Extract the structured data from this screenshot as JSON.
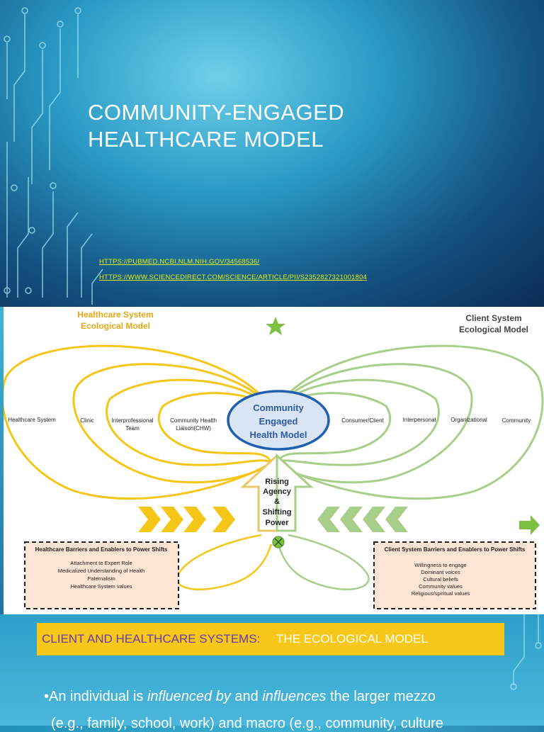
{
  "slide": {
    "title": "Community-Engaged Healthcare Model",
    "links": [
      "https://pubmed.ncbi.nlm.nih.gov/34568536/",
      "https://www.sciencedirect.com/science/article/pii/S2352827321001804"
    ]
  },
  "diagram": {
    "left_title_1": "Healthcare System",
    "left_title_2": "Ecological Model",
    "right_title_1": "Client System",
    "right_title_2": "Ecological Model",
    "left_levels": [
      "Healthcare System",
      "Clinic",
      "Interprofessional",
      "Team",
      "Community Health",
      "Liaison(CHW)"
    ],
    "right_levels": [
      "Consumer/Client",
      "Interpersonal",
      "Organizational",
      "Community"
    ],
    "center": [
      "Community",
      "Engaged",
      "Health Model"
    ],
    "arrow_text": [
      "Rising",
      "Agency",
      "&",
      "Shifting",
      "Power"
    ],
    "left_box": {
      "title": "Healthcare Barriers and Enablers to Power Shifts",
      "items": [
        "Attachment to Expert Role",
        "Medicalized Understanding of Health",
        "Paternalism",
        "Healthcare System values"
      ]
    },
    "right_box": {
      "title": "Client System Barriers and Enablers to Power Shifts",
      "items": [
        "Willingness to engage",
        "Dominant voices",
        "Cultural beliefs",
        "Community values",
        "Religious/spiritual values"
      ]
    },
    "colors": {
      "healthcare": "#f5c518",
      "client": "#a8cf8a",
      "center": "#1f5fb0",
      "arrow_up": "#e8c86a"
    }
  },
  "section": {
    "banner_part1": "Client and Healthcare Systems:",
    "banner_part2": "The Ecological Model",
    "bullet_line1_a": "An individual is ",
    "bullet_line1_b": "influenced by",
    "bullet_line1_c": " and ",
    "bullet_line1_d": "influences",
    "bullet_line1_e": " the larger mezzo",
    "bullet_line2": "(e.g., family, school, work) and macro (e.g., community, culture"
  }
}
